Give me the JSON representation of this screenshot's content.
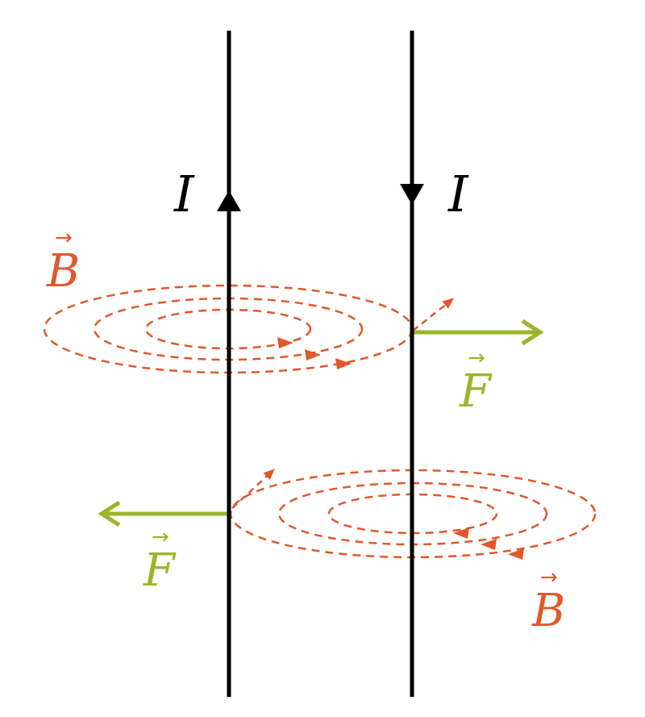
{
  "colors": {
    "wire": "#000000",
    "field": "#e2572b",
    "force": "#9bb52a",
    "background": "#ffffff"
  },
  "wires": [
    {
      "id": "left",
      "current_label": "I",
      "current_direction": "up"
    },
    {
      "id": "right",
      "current_label": "I",
      "current_direction": "down"
    }
  ],
  "labels": {
    "current_left": "I",
    "current_right": "I",
    "field_top": "B",
    "field_bottom": "B",
    "force_right": "F",
    "force_left": "F",
    "vector_arrow": "→"
  },
  "fields": [
    {
      "around_wire": "left",
      "rings": 3,
      "rotation": "counterclockwise-from-above"
    },
    {
      "around_wire": "right",
      "rings": 3,
      "rotation": "clockwise-from-above"
    }
  ],
  "forces": [
    {
      "on_wire": "right",
      "direction": "right"
    },
    {
      "on_wire": "left",
      "direction": "left"
    }
  ]
}
